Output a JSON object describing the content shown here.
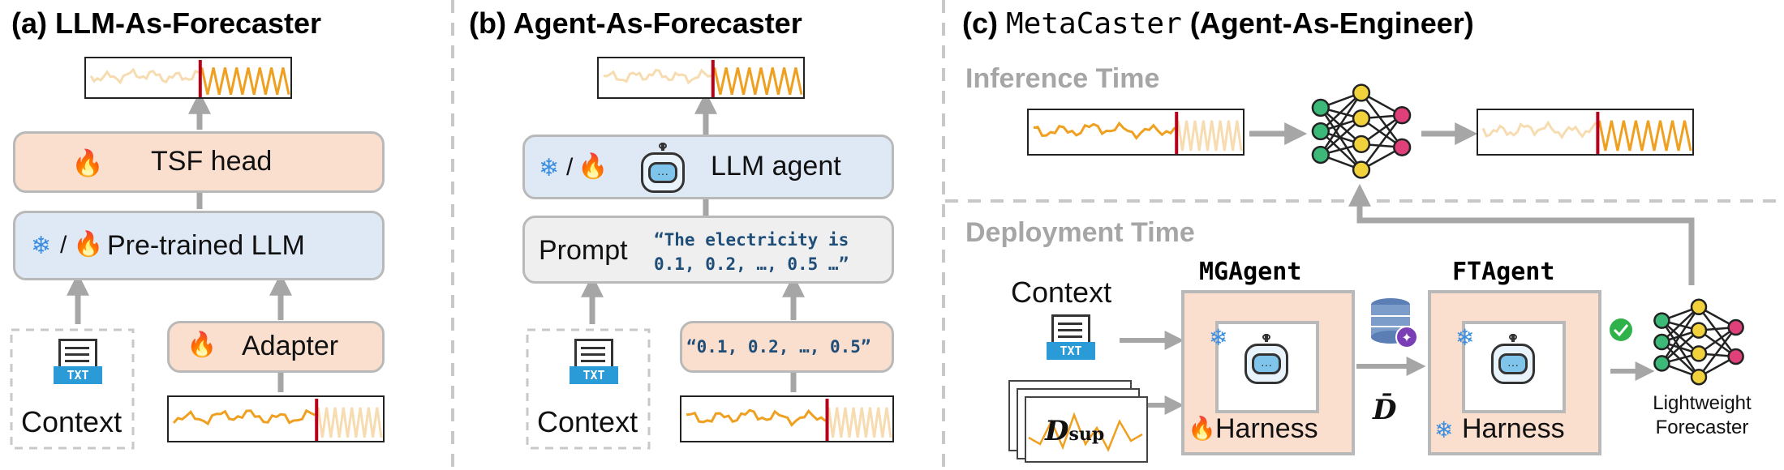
{
  "panel_a": {
    "title": "(a) LLM-As-Forecaster",
    "tsf_head": "TSF head",
    "llm": "Pre-trained LLM",
    "slash": "/",
    "adapter": "Adapter",
    "context": "Context",
    "txt": "TXT"
  },
  "panel_b": {
    "title": "(b) Agent-As-Forecaster",
    "agent": "LLM agent",
    "slash": "/",
    "prompt": "Prompt",
    "prompt_text_1": "“The electricity is",
    "prompt_text_2": "0.1, 0.2, …, 0.5 …”",
    "series_text": "“0.1, 0.2, …, 0.5”",
    "context": "Context",
    "txt": "TXT"
  },
  "panel_c": {
    "title_prefix": "(c) ",
    "title_mono": "MetaCaster",
    "title_suffix": " (Agent-As-Engineer)",
    "inference_time": "Inference Time",
    "deployment_time": "Deployment Time",
    "context": "Context",
    "txt": "TXT",
    "mgagent": "MGAgent",
    "ftagent": "FTAgent",
    "harness_1": "Harness",
    "harness_2": "Harness",
    "dbar": "D̄",
    "dsup_main": "D",
    "dsup_sub": "sup",
    "forecaster_1": "Lightweight",
    "forecaster_2": "Forecaster"
  },
  "colors": {
    "blue_box": "#dfe9f6",
    "peach_box": "#fadfcf",
    "gray_box": "#efefef",
    "arrow": "#a6a6a6",
    "series": "#f0a020",
    "series_faded": "#f6dcb0",
    "cut_line": "#b8001a",
    "code_text": "#1f4e79"
  },
  "icons": [
    "fire-icon",
    "snowflake-icon",
    "robot-icon",
    "txt-file-icon",
    "database-icon",
    "check-icon",
    "neural-net-icon"
  ]
}
